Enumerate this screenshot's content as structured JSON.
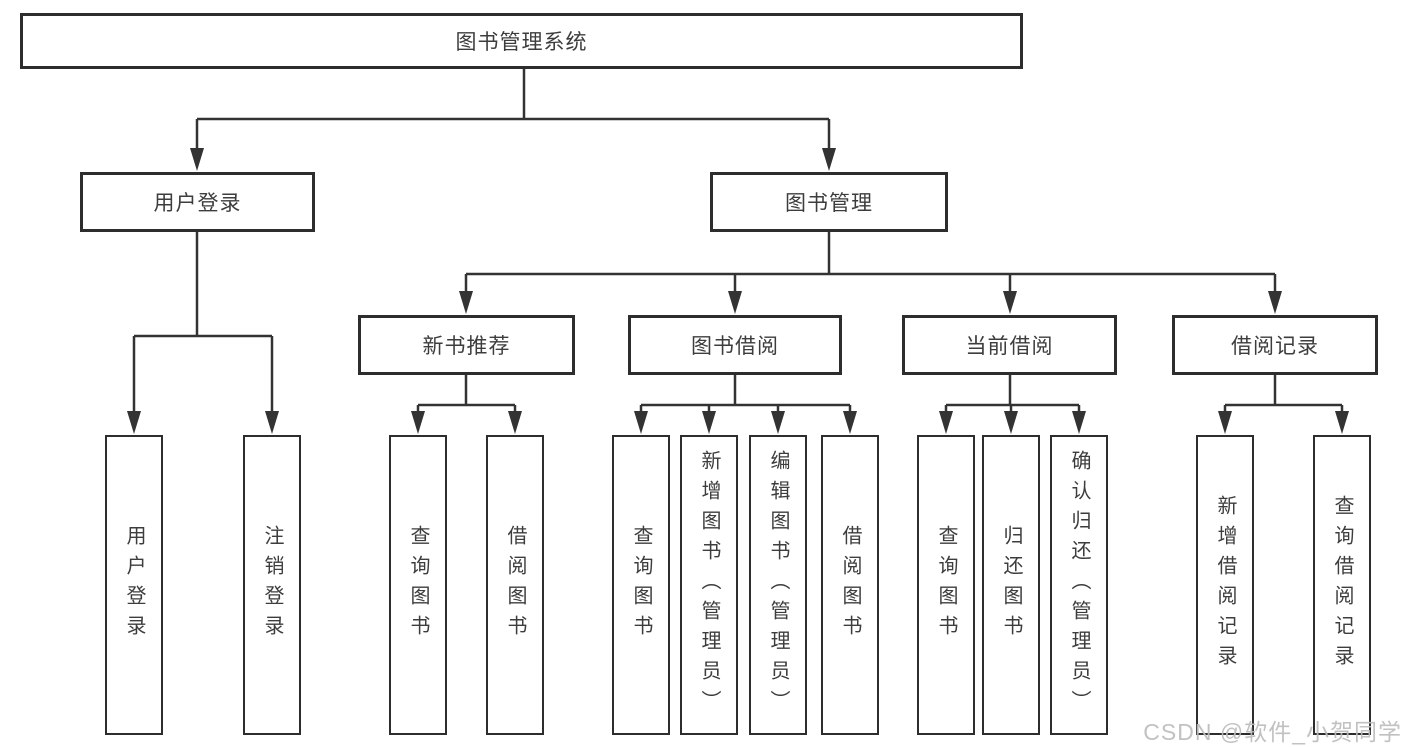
{
  "diagram": {
    "root": {
      "label": "图书管理系统"
    },
    "branches": [
      {
        "label": "用户登录",
        "children": [
          {
            "label": "用户登录"
          },
          {
            "label": "注销登录"
          }
        ]
      },
      {
        "label": "图书管理",
        "children": [
          {
            "label": "新书推荐",
            "children": [
              {
                "label": "查询图书"
              },
              {
                "label": "借阅图书"
              }
            ]
          },
          {
            "label": "图书借阅",
            "children": [
              {
                "label": "查询图书"
              },
              {
                "label": "新增图书（管理员）"
              },
              {
                "label": "编辑图书（管理员）"
              },
              {
                "label": "借阅图书"
              }
            ]
          },
          {
            "label": "当前借阅",
            "children": [
              {
                "label": "查询图书"
              },
              {
                "label": "归还图书"
              },
              {
                "label": "确认归还（管理员）"
              }
            ]
          },
          {
            "label": "借阅记录",
            "children": [
              {
                "label": "新增借阅记录"
              },
              {
                "label": "查询借阅记录"
              }
            ]
          }
        ]
      }
    ]
  },
  "watermark": {
    "text": "CSDN @软件_小贺同学"
  },
  "colors": {
    "line": "#333333",
    "box_border": "#2d2d2d",
    "text": "#3d3d3d",
    "watermark": "#bcbcbc",
    "background": "#ffffff"
  }
}
